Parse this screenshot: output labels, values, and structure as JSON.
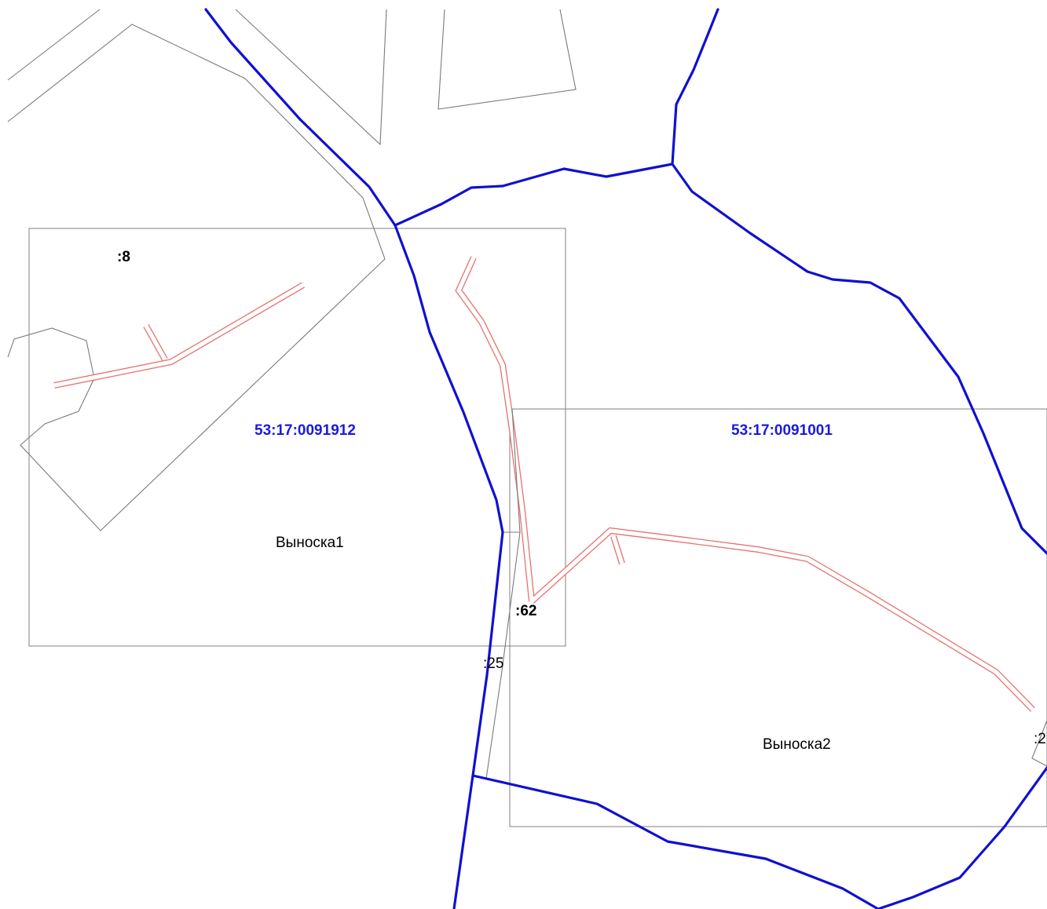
{
  "map": {
    "colors": {
      "quarter_boundary": "#1010d0",
      "parcel_outline": "#7a7a7a",
      "callout_frame": "#808080",
      "pipeline": "#e87070",
      "quarter_label": "#1a1ae0"
    },
    "quarter_labels": [
      "53:17:0091912",
      "53:17:0091001"
    ],
    "parcel_labels": [
      ":8",
      ":62",
      ":25",
      ":2"
    ],
    "callout_labels": [
      "Выноска1",
      "Выноска2"
    ]
  }
}
